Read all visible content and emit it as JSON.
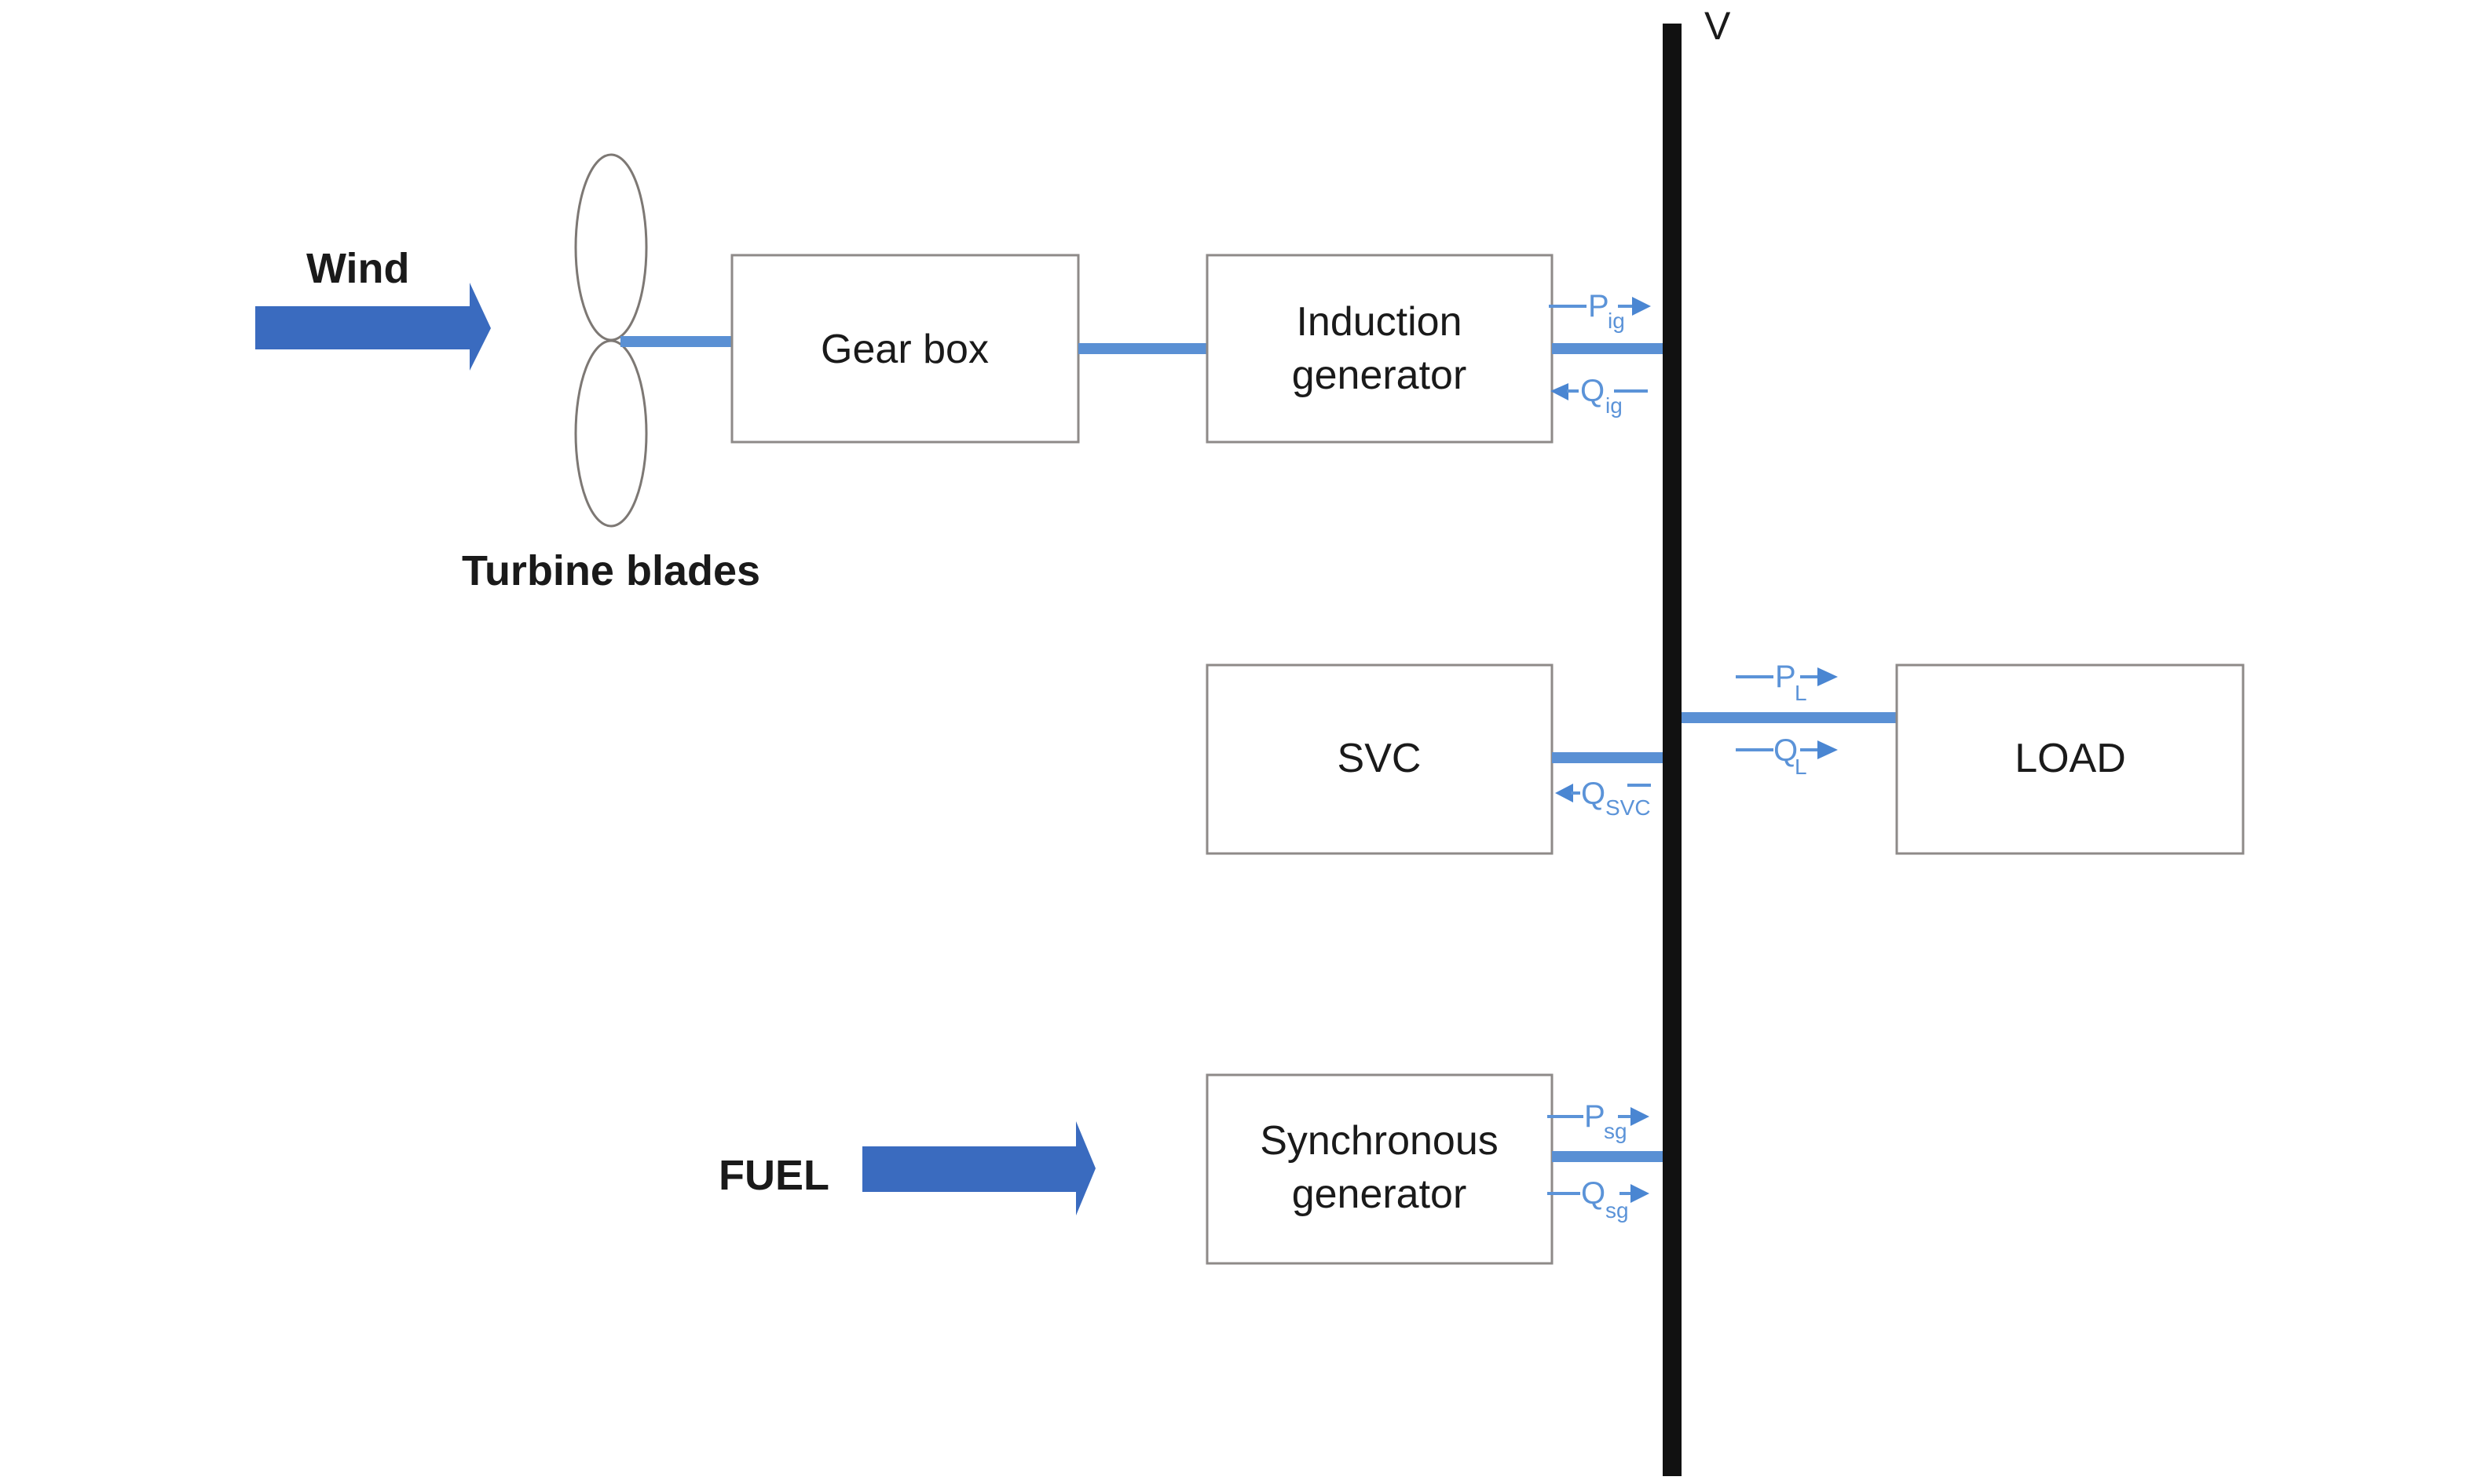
{
  "diagram": {
    "bus": {
      "label": "V"
    },
    "wind": {
      "label": "Wind"
    },
    "turbine": {
      "label": "Turbine blades"
    },
    "fuel": {
      "label": "FUEL"
    },
    "blocks": {
      "gearbox": {
        "label": "Gear box"
      },
      "induction_generator": {
        "line1": "Induction",
        "line2": "generator"
      },
      "svc": {
        "label": "SVC"
      },
      "load": {
        "label": "LOAD"
      },
      "synchronous_generator": {
        "line1": "Synchronous",
        "line2": "generator"
      }
    },
    "flows": {
      "p_ig": {
        "symbol": "P",
        "sub": "ig",
        "direction": "to-bus"
      },
      "q_ig": {
        "symbol": "Q",
        "sub": "ig",
        "direction": "from-bus"
      },
      "q_svc": {
        "symbol": "Q",
        "sub": "SVC",
        "direction": "from-bus"
      },
      "p_l": {
        "symbol": "P",
        "sub": "L",
        "direction": "to-load"
      },
      "q_l": {
        "symbol": "Q",
        "sub": "L",
        "direction": "to-load"
      },
      "p_sg": {
        "symbol": "P",
        "sub": "sg",
        "direction": "to-bus"
      },
      "q_sg": {
        "symbol": "Q",
        "sub": "sg",
        "direction": "to-bus"
      }
    },
    "colors": {
      "arrow": "#3a6bbf",
      "connector": "#5a90d4",
      "flow_text": "#5b93d8",
      "bus": "#111111",
      "box_border": "#8e8a88"
    }
  }
}
